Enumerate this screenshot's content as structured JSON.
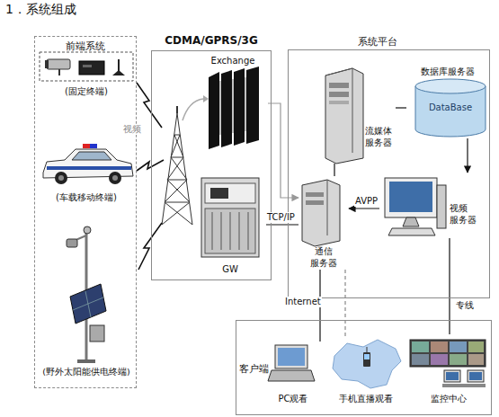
{
  "diagram": {
    "title": "1．系统组成",
    "nodes": [
      {
        "text": [
          "前端系统"
        ]
      },
      {
        "text": [
          "(固定终端)"
        ],
        "in": 0
      },
      {
        "text": [
          "(车载移动终端)"
        ],
        "in": 0
      },
      {
        "text": [
          "(野外太阳能供电终端)"
        ],
        "in": 0
      },
      {
        "text": [
          "CDMA/GPRS/3G"
        ]
      },
      {
        "text": [
          "Exchange"
        ],
        "in": 4
      },
      {
        "text": [
          "GW"
        ],
        "in": 4
      },
      {
        "text": [
          "系统平台"
        ]
      },
      {
        "text": [
          "数据库服务器",
          "DataBase"
        ],
        "in": 7
      },
      {
        "text": [
          "流媒体 服务器"
        ],
        "in": 7
      },
      {
        "text": [
          "通信 服务器"
        ],
        "in": 7
      },
      {
        "text": [
          "视频 服务器"
        ],
        "in": 7
      },
      {
        "text": [
          "客户端"
        ]
      },
      {
        "text": [
          "PC观看"
        ],
        "in": 12
      },
      {
        "text": [
          "手机直播观看"
        ],
        "in": 12
      },
      {
        "text": [
          "监控中心"
        ],
        "in": 12
      }
    ],
    "edges": [
      {
        "from": 6,
        "to": 10,
        "label": "TCP/IP",
        "arrow": "none"
      },
      {
        "from": 5,
        "to": 10,
        "arrow": "to"
      },
      {
        "from": 11,
        "to": 10,
        "label": "AVPP",
        "arrow": "to"
      },
      {
        "from": 9,
        "to": 8,
        "arrow": "none"
      },
      {
        "from": 8,
        "to": 11,
        "arrow": "to"
      },
      {
        "from": 9,
        "to": 10,
        "arrow": "none"
      },
      {
        "from": 10,
        "to": 13,
        "label": "Internet",
        "arrow": "none"
      },
      {
        "from": 10,
        "to": 14,
        "arrow": "none"
      },
      {
        "from": 11,
        "to": 15,
        "label": "专线",
        "arrow": "none"
      }
    ],
    "labels": [
      "视频"
    ]
  }
}
